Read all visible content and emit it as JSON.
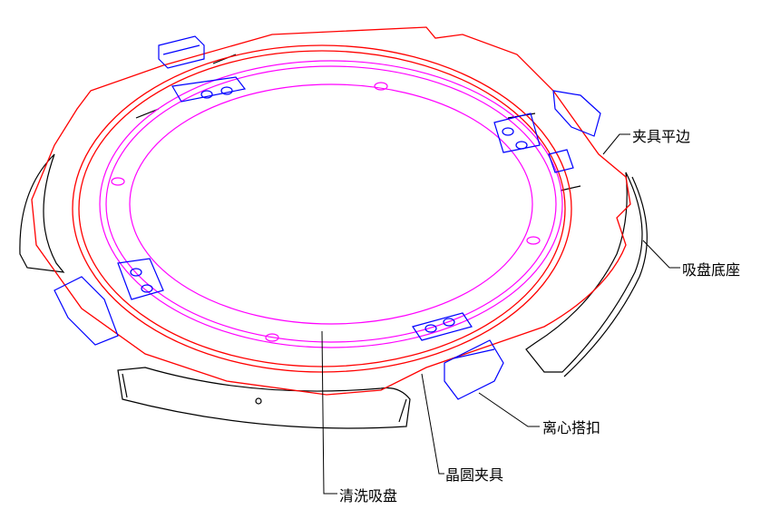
{
  "labels": {
    "fixture_flat": "夹具平边",
    "chuck_base": "吸盘底座",
    "centrifugal_latch": "离心搭扣",
    "wafer_fixture": "晶圆夹具",
    "cleaning_chuck": "清洗吸盘"
  },
  "colors": {
    "plate": "#ff0000",
    "chuck": "#ff00ff",
    "latch": "#0000ff",
    "base": "#000000"
  }
}
